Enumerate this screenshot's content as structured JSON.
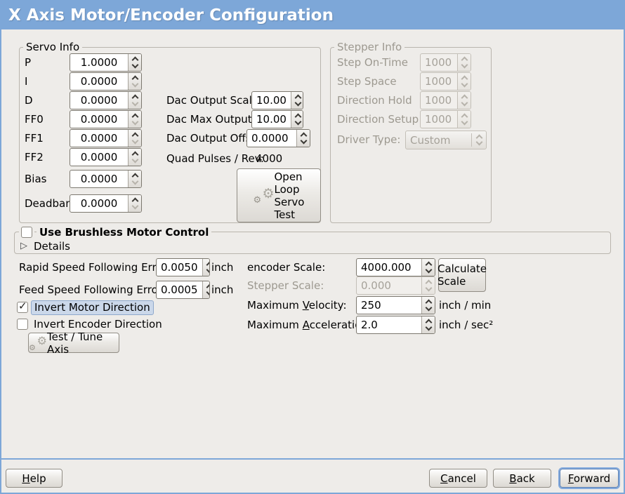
{
  "window": {
    "title": "X Axis Motor/Encoder Configuration"
  },
  "colors": {
    "titlebar": "#7da7d8",
    "background": "#eeece9",
    "frame_border": "#b9b5ad",
    "disabled_text": "#9d9990",
    "highlight_bg": "#cbd8ea",
    "focus_ring": "#82a9dc"
  },
  "icons": {
    "expander": "▷",
    "gear": "⚙",
    "check": "✓"
  },
  "servo": {
    "frame_label": "Servo Info",
    "rows": [
      {
        "label": "P",
        "value": "1.0000"
      },
      {
        "label": "I",
        "value": "0.0000"
      },
      {
        "label": "D",
        "value": "0.0000"
      },
      {
        "label": "FF0",
        "value": "0.0000"
      },
      {
        "label": "FF1",
        "value": "0.0000"
      },
      {
        "label": "FF2",
        "value": "0.0000"
      },
      {
        "label": "Bias",
        "value": "0.0000"
      },
      {
        "label": "Deadband",
        "value": "0.0000"
      }
    ],
    "dac": [
      {
        "label": "Dac Output Scale:",
        "value": "10.00"
      },
      {
        "label": "Dac Max Output:",
        "value": "10.00"
      },
      {
        "label": "Dac Output Offset:",
        "value": "0.0000"
      }
    ],
    "quad_label": "Quad Pulses / Rev:",
    "quad_value": "4000",
    "open_loop_lines": [
      "Open",
      "Loop",
      "Servo",
      "Test"
    ]
  },
  "stepper": {
    "frame_label": "Stepper Info",
    "rows": [
      {
        "label": "Step On-Time",
        "value": "1000"
      },
      {
        "label": "Step Space",
        "value": "1000"
      },
      {
        "label": "Direction Hold",
        "value": "1000"
      },
      {
        "label": "Direction Setup",
        "value": "1000"
      }
    ],
    "driver_type_label": "Driver Type:",
    "driver_type_value": "Custom"
  },
  "brushless": {
    "checkbox_label": "Use Brushless Motor Control",
    "checked": false,
    "details_label": "Details"
  },
  "following": {
    "rapid_label": "Rapid Speed Following Error:",
    "rapid_value": "0.0050",
    "rapid_unit": "inch",
    "feed_label": "Feed Speed Following Error:",
    "feed_value": "0.0005",
    "feed_unit": "inch"
  },
  "invert": {
    "motor_label": "Invert Motor Direction",
    "motor_checked": true,
    "encoder_label": "Invert Encoder Direction",
    "encoder_checked": false
  },
  "test_tune_label": "Test / Tune Axis",
  "scales": {
    "encoder_label": "encoder Scale:",
    "encoder_value": "4000.000",
    "stepper_label": "Stepper Scale:",
    "stepper_value": "0.000",
    "calculate_lines": [
      "Calculate",
      "Scale"
    ],
    "velocity": {
      "pre": "Maximum ",
      "u": "V",
      "post": "elocity:",
      "value": "250",
      "unit": "inch / min"
    },
    "acceleration": {
      "pre": "Maximum ",
      "u": "A",
      "post": "cceleration:",
      "value": "2.0",
      "unit": "inch / sec²"
    }
  },
  "footer": {
    "help": {
      "pre": "",
      "u": "H",
      "post": "elp"
    },
    "cancel": {
      "pre": "",
      "u": "C",
      "post": "ancel"
    },
    "back": {
      "pre": "",
      "u": "B",
      "post": "ack"
    },
    "forward": {
      "pre": "",
      "u": "F",
      "post": "orward"
    }
  }
}
